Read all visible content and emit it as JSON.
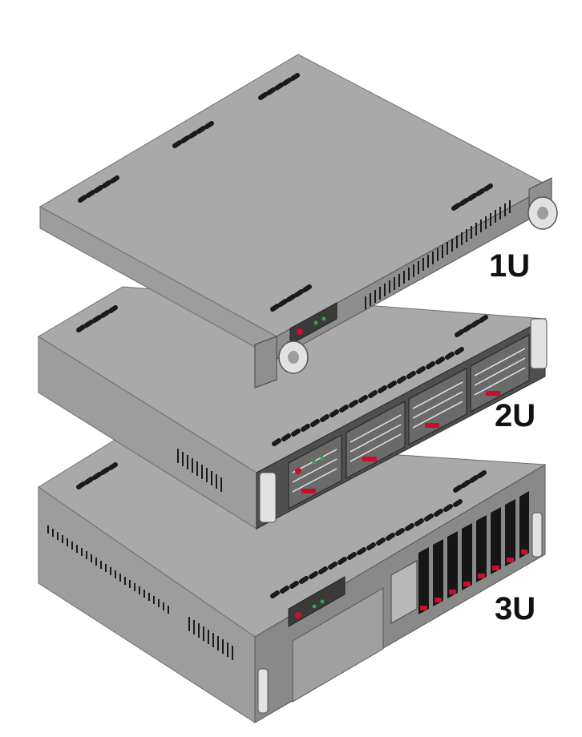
{
  "units": [
    {
      "id": "1u",
      "label": "1U"
    },
    {
      "id": "2u",
      "label": "2U"
    },
    {
      "id": "3u",
      "label": "3U"
    }
  ],
  "colors": {
    "top": "#a8a8a8",
    "left": "#9c9c9c",
    "front": "#8a8a8a",
    "panel": "#4a4a4a",
    "slot": "#111111",
    "led_red": "#c8102e",
    "led_green": "#2eaa4a",
    "handle": "#e2e2e2",
    "label_text": "#111111"
  }
}
